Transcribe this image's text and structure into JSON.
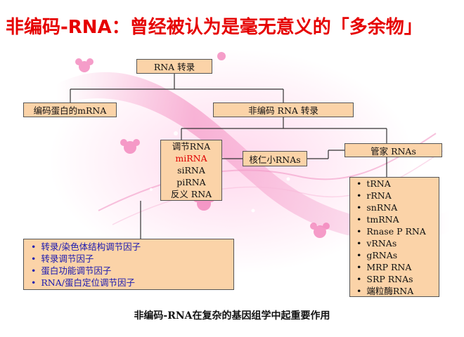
{
  "title": "非编码-RNA：曾经被认为是毫无意义的「多余物」",
  "boxes": {
    "root": "RNA 转录",
    "coding": "编码蛋白的mRNA",
    "noncoding": "非编码 RNA 转录",
    "regulatory": [
      "调节RNA",
      "miRNA",
      "siRNA",
      "piRNA",
      "反义 RNA"
    ],
    "snorna": "核仁小RNAs",
    "housekeeping": "管家 RNAs",
    "housekeeping_list": [
      "tRNA",
      "rRNA",
      "snRNA",
      "tmRNA",
      "Rnase P RNA",
      "vRNAs",
      "gRNAs",
      "MRP RNA",
      "SRP RNAs",
      "端粒酶RNA"
    ],
    "factors": [
      "转录/染色体结构调节因子",
      "转录调节因子",
      "蛋白功能调节因子",
      "RNA/蛋白定位调节因子"
    ]
  },
  "caption": "非编码-RNA在复杂的基因组学中起重要作用",
  "colors": {
    "title": "#e60000",
    "box_fill": "#fbd3a8",
    "highlight": "#e00000",
    "factor_text": "#1a1ab0"
  }
}
